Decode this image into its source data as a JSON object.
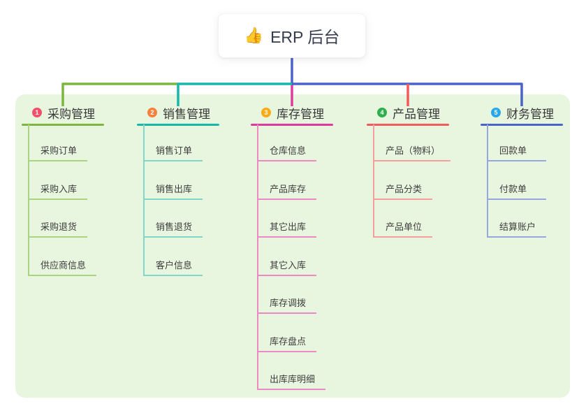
{
  "root": {
    "emoji": "👍",
    "label": "ERP 后台"
  },
  "theme": {
    "canvas_bg": "#ffffff",
    "panel_bg": "#e8f6df",
    "text_color": "#3e3e3e",
    "root_line_color": "#4a63c8"
  },
  "branches": [
    {
      "number": "1",
      "label": "采购管理",
      "badge_color": "#f1506c",
      "line_color": "#7cb63e",
      "child_line_color": "#aad47f",
      "children": [
        "采购订单",
        "采购入库",
        "采购退货",
        "供应商信息"
      ]
    },
    {
      "number": "2",
      "label": "销售管理",
      "badge_color": "#f5823e",
      "line_color": "#16b8a8",
      "child_line_color": "#82d5c8",
      "children": [
        "销售订单",
        "销售出库",
        "销售退货",
        "客户信息"
      ]
    },
    {
      "number": "3",
      "label": "库存管理",
      "badge_color": "#fbac15",
      "line_color": "#dd3b9e",
      "child_line_color": "#ee8ac3",
      "children": [
        "仓库信息",
        "产品库存",
        "其它出库",
        "其它入库",
        "库存调拨",
        "库存盘点",
        "出库库明细"
      ]
    },
    {
      "number": "4",
      "label": "产品管理",
      "badge_color": "#2db04d",
      "line_color": "#f25b5b",
      "child_line_color": "#f79f9f",
      "children": [
        "产品（物料）",
        "产品分类",
        "产品单位"
      ]
    },
    {
      "number": "5",
      "label": "财务管理",
      "badge_color": "#29a7e8",
      "line_color": "#4a63c8",
      "child_line_color": "#97a7dd",
      "children": [
        "回款单",
        "付款单",
        "结算账户"
      ]
    }
  ]
}
